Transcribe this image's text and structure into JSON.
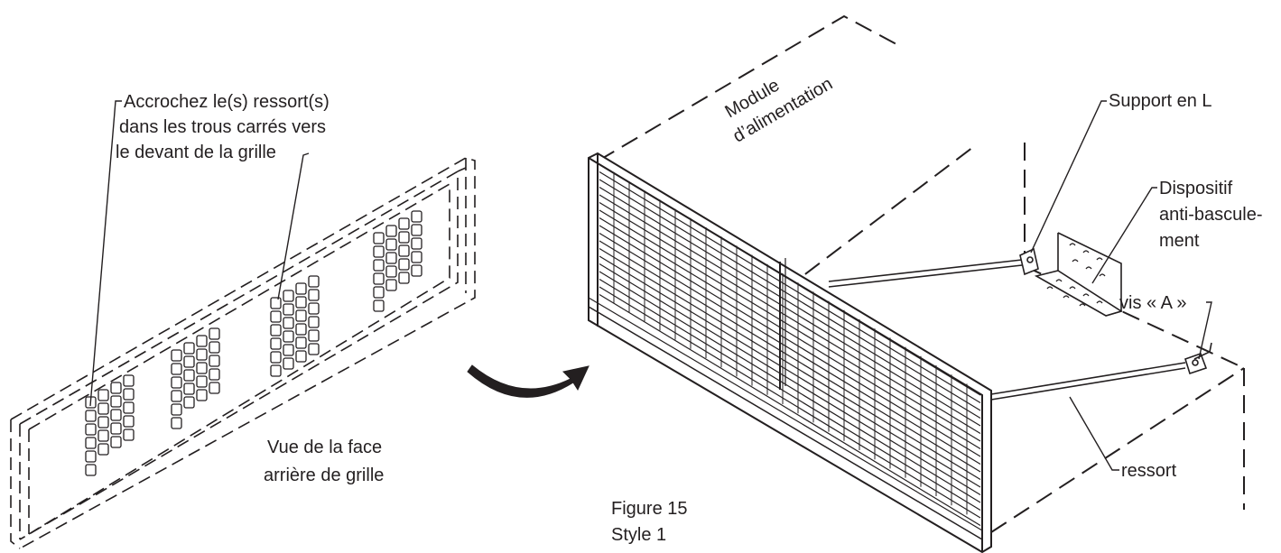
{
  "labels": {
    "hook_line1": "Accrochez le(s) ressort(s)",
    "hook_line2": "dans les trous carrés vers",
    "hook_line3": "le devant de la grille",
    "back_view_line1": "Vue de la face",
    "back_view_line2": "arrière de grille",
    "module_line1": "Module",
    "module_line2": "d’alimentation",
    "support": "Support en L",
    "device_line1": "Dispositif",
    "device_line2": "anti-bascule-",
    "device_line3": "ment",
    "screw": "vis « A »",
    "spring": "ressort",
    "figure": "Figure 15",
    "style": "Style 1"
  },
  "colors": {
    "ink": "#231f20",
    "background": "#ffffff"
  },
  "icons": [
    "curved-arrow-icon"
  ]
}
